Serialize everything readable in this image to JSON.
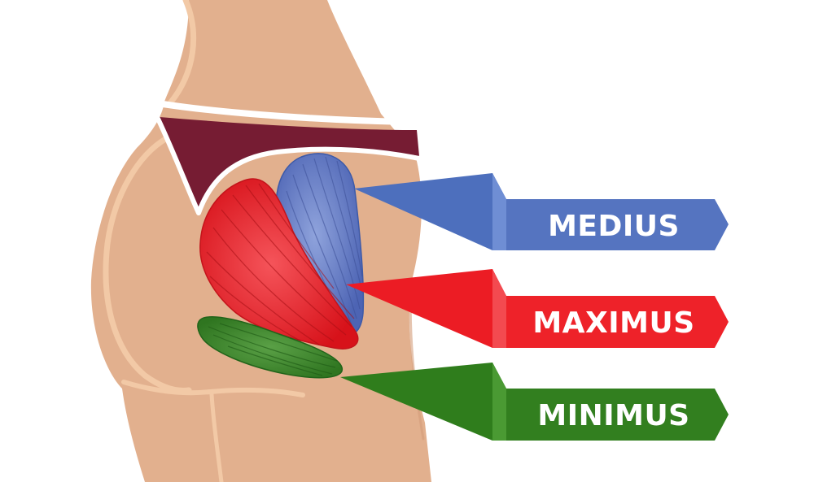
{
  "labels": {
    "medius": "MEDIUS",
    "maximus": "MAXIMUS",
    "minimus": "MINIMUS"
  },
  "colors": {
    "skin": "#e2b08e",
    "skin_light": "#f2c9a6",
    "skin_shadow": "#d49c79",
    "underwear": "#761c33",
    "medius": "#4d6fbd",
    "maximus": "#ec1c24",
    "minimus": "#2f7d1c"
  }
}
